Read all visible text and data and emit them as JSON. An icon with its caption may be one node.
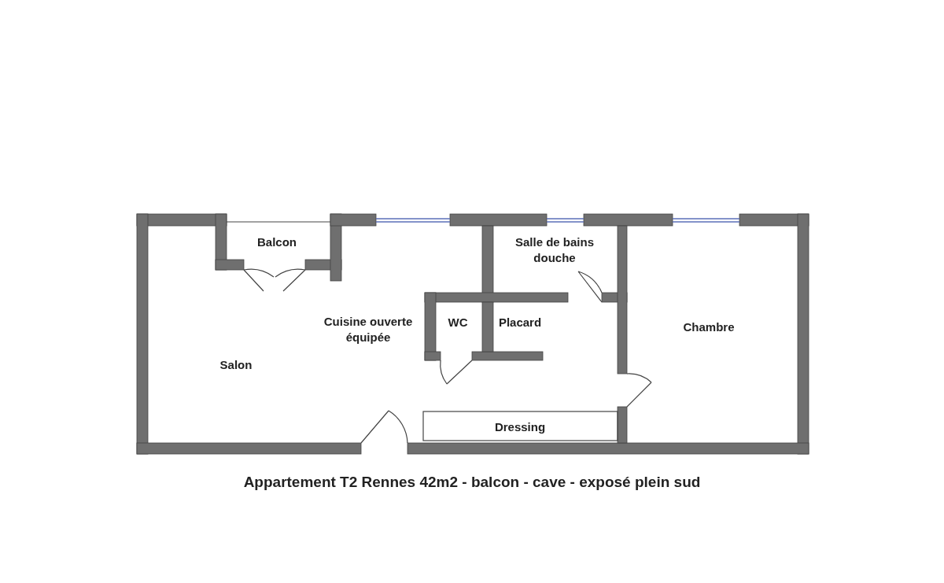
{
  "diagram": {
    "caption": "Appartement T2 Rennes 42m2 - balcon - cave - exposé plein sud",
    "labels": [
      "Balcon",
      "Salle de bains douche",
      "Cuisine ouverte équipée",
      "WC",
      "Placard",
      "Chambre",
      "Salon",
      "Dressing"
    ]
  }
}
